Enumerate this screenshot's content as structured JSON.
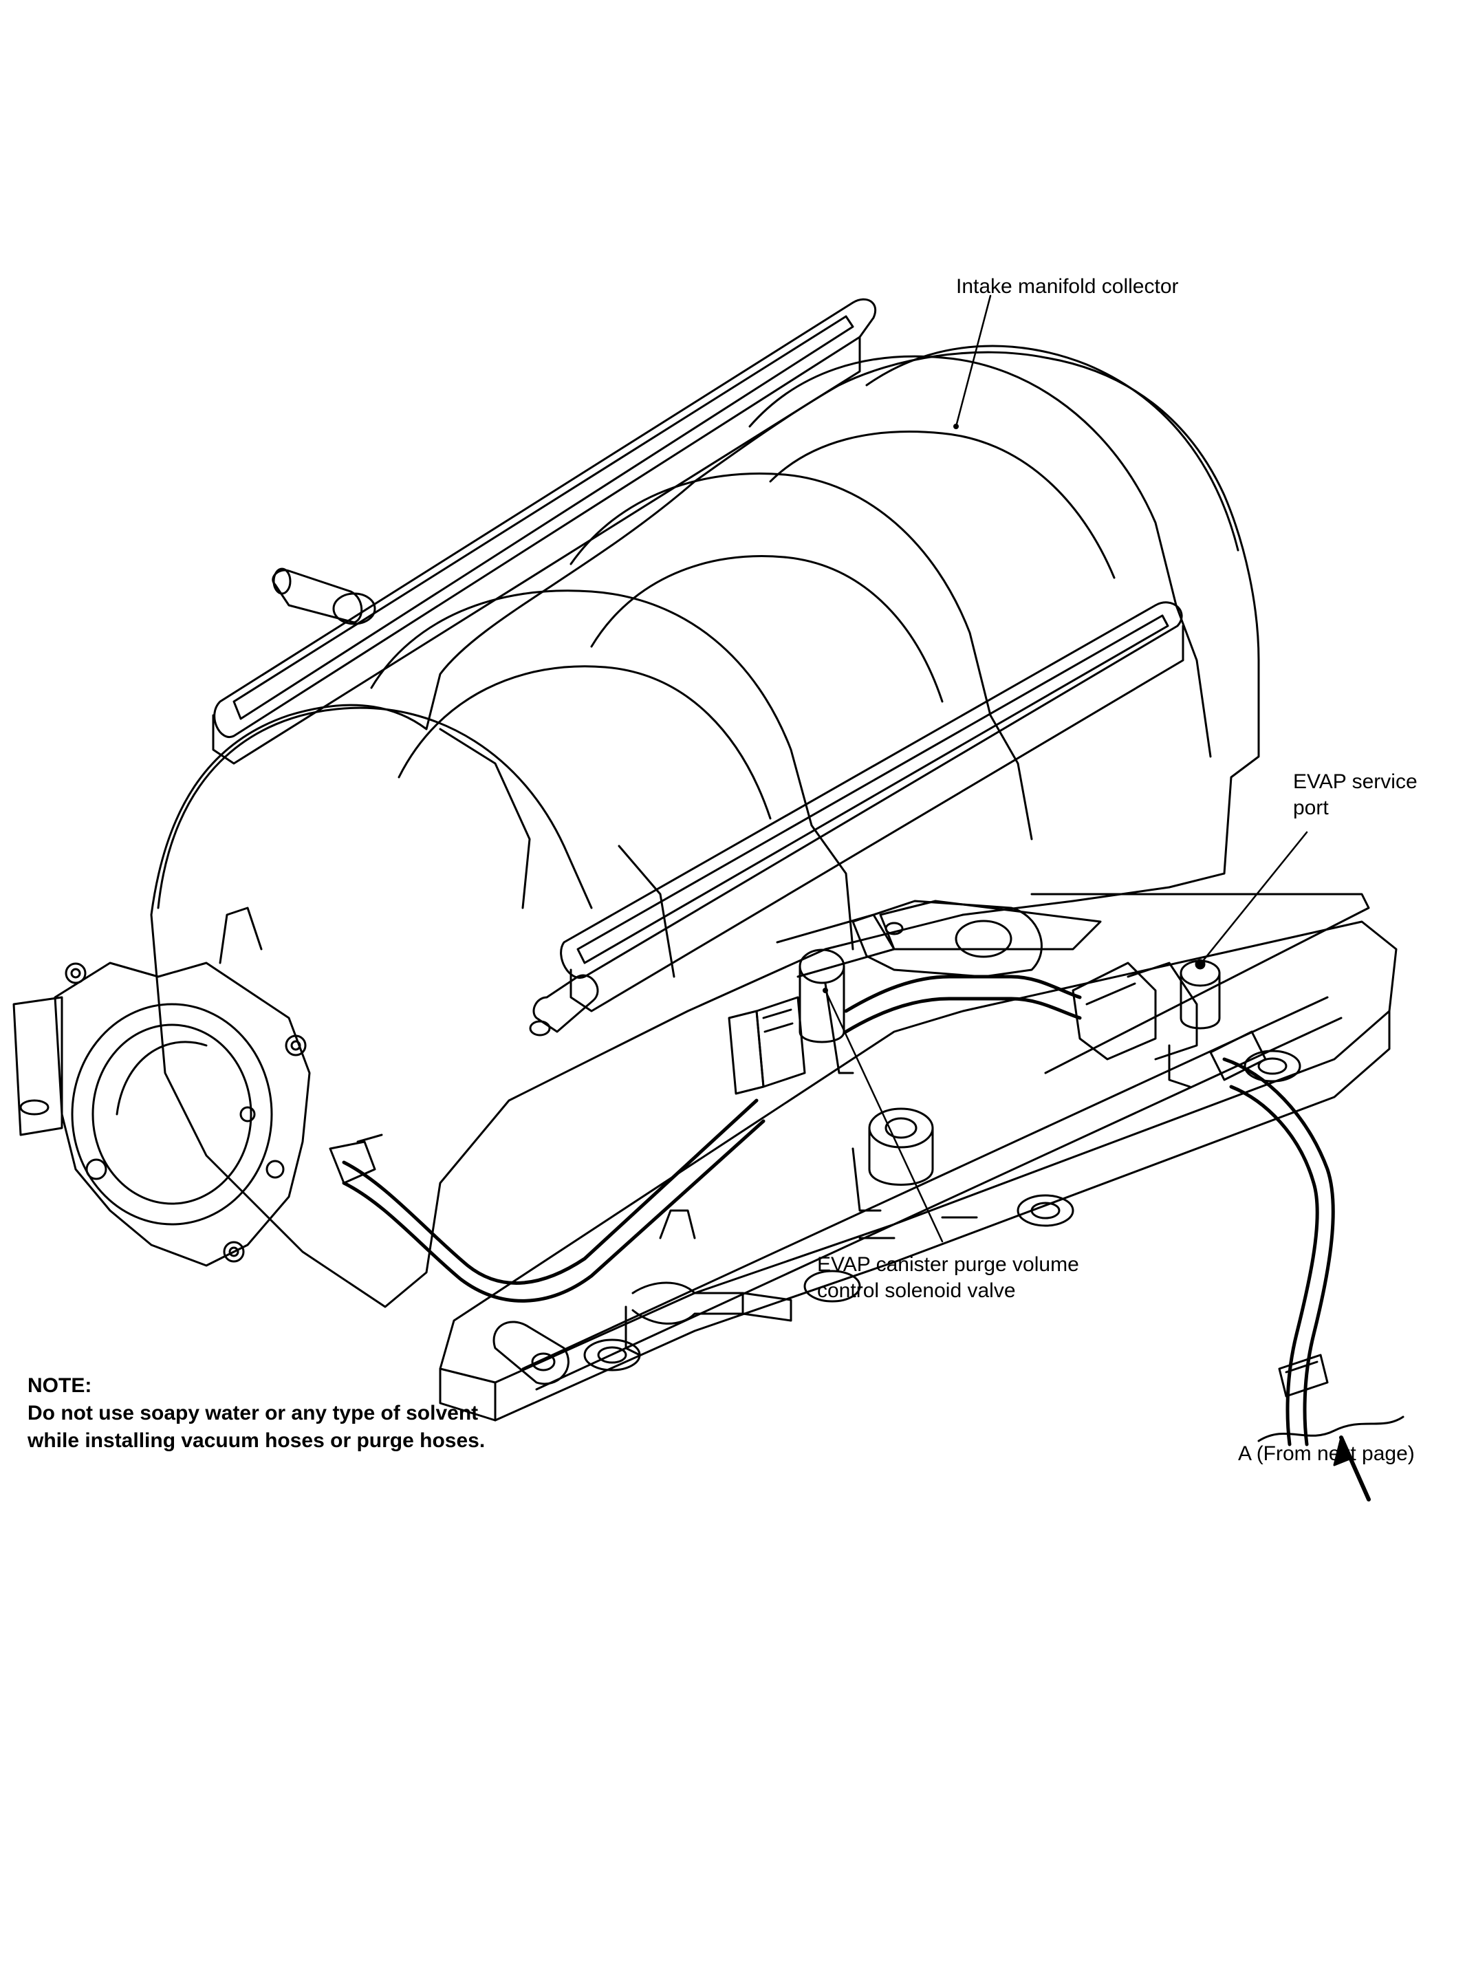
{
  "labels": {
    "intake_manifold_collector": "Intake manifold collector",
    "evap_service_port": [
      "EVAP service",
      "port"
    ],
    "evap_purge_solenoid": [
      "EVAP canister purge volume",
      "control solenoid valve"
    ],
    "from_next_page": "A (From next page)"
  },
  "note": {
    "heading": "NOTE:",
    "lines": [
      "Do not use soapy water or any type of solvent",
      "while installing vacuum hoses or purge hoses."
    ]
  },
  "colors": {
    "ink": "#000000",
    "paper": "#ffffff"
  }
}
